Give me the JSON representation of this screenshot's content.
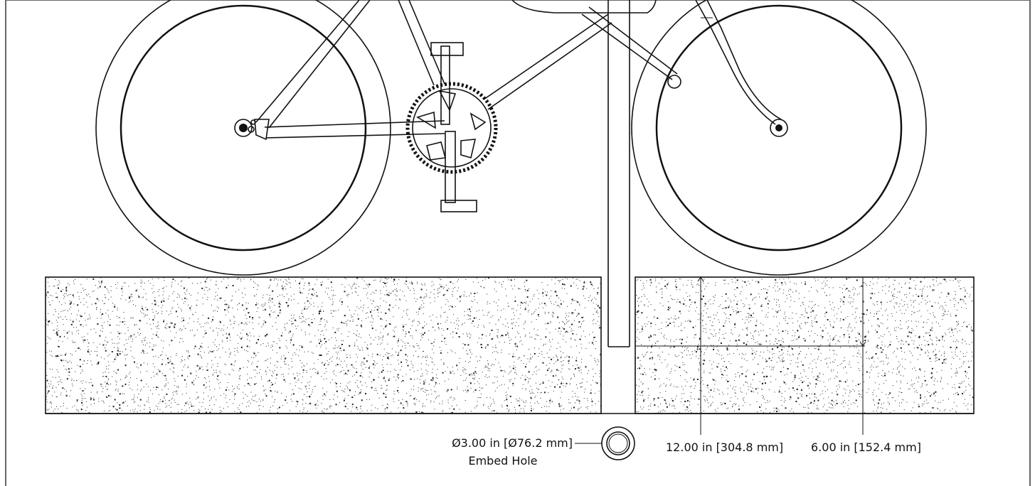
{
  "diagram": {
    "embed_hole": {
      "diameter_label": "Ø3.00 in [Ø76.2 mm]",
      "caption": "Embed Hole"
    },
    "depth_dimension": {
      "label": "12.00 in [304.8 mm]"
    },
    "embed_depth_dimension": {
      "label": "6.00 in [152.4 mm]"
    }
  },
  "colors": {
    "line": "#111111",
    "background": "#ffffff",
    "border": "#666666"
  }
}
